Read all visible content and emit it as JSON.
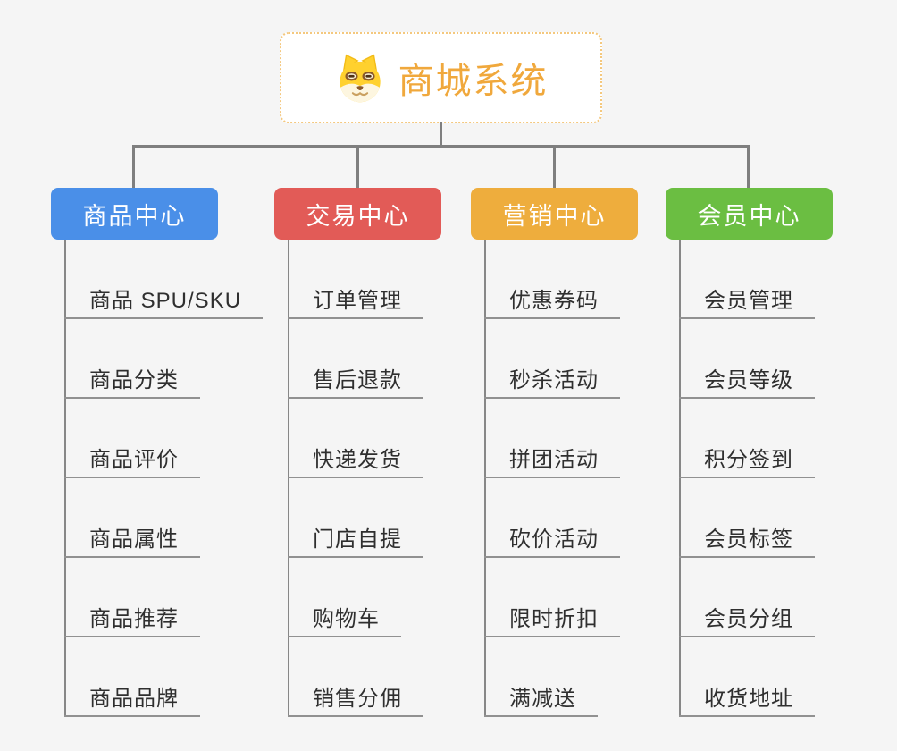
{
  "page": {
    "background": "#f5f5f5"
  },
  "root": {
    "label": "商城系统",
    "icon": "shiba-dog-face",
    "text_color": "#f0a83c",
    "border_color": "#f4c87e",
    "fill": "#ffffff"
  },
  "connector_color": "#7f7f7f",
  "branches": [
    {
      "label": "商品中心",
      "color": "#4a8fe8",
      "items": [
        "商品 SPU/SKU",
        "商品分类",
        "商品评价",
        "商品属性",
        "商品推荐",
        "商品品牌"
      ]
    },
    {
      "label": "交易中心",
      "color": "#e25b57",
      "items": [
        "订单管理",
        "售后退款",
        "快递发货",
        "门店自提",
        "购物车",
        "销售分佣"
      ]
    },
    {
      "label": "营销中心",
      "color": "#eead3d",
      "items": [
        "优惠券码",
        "秒杀活动",
        "拼团活动",
        "砍价活动",
        "限时折扣",
        "满减送"
      ]
    },
    {
      "label": "会员中心",
      "color": "#6bbe42",
      "items": [
        "会员管理",
        "会员等级",
        "积分签到",
        "会员标签",
        "会员分组",
        "收货地址"
      ]
    }
  ]
}
